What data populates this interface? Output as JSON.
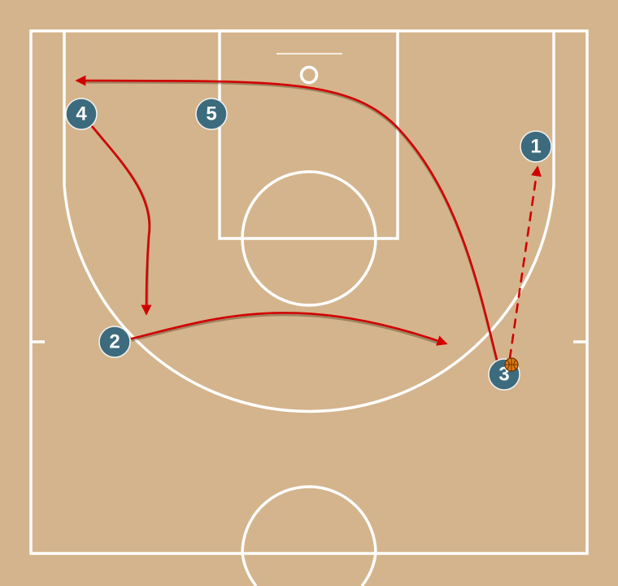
{
  "colors": {
    "court": "#d4b48c",
    "lines": "#ffffff",
    "player": "#3c6b7d",
    "movement": "#d10000",
    "ball": "#e07b10"
  },
  "players": [
    {
      "id": "p1",
      "label": "1"
    },
    {
      "id": "p2",
      "label": "2"
    },
    {
      "id": "p3",
      "label": "3",
      "has_ball": true
    },
    {
      "id": "p4",
      "label": "4"
    },
    {
      "id": "p5",
      "label": "5"
    }
  ],
  "actions": [
    {
      "type": "cut",
      "from": "3",
      "to": "top-left"
    },
    {
      "type": "cut",
      "from": "4",
      "to": "left-wing"
    },
    {
      "type": "cut",
      "from": "2",
      "to": "right-wing"
    },
    {
      "type": "pass",
      "from": "3",
      "to": "1"
    }
  ]
}
